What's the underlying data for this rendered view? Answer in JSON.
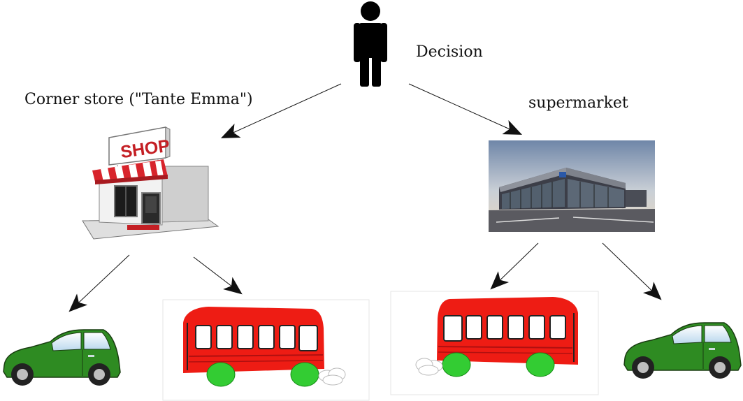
{
  "diagram": {
    "decision_label": "Decision",
    "corner_store_label": "Corner store (\"Tante Emma\")",
    "supermarket_label": "supermarket",
    "shop_sign": "SHOP"
  },
  "colors": {
    "bus_red": "#ee1c14",
    "car_green": "#2e8b22",
    "wheel_green": "#33cc33",
    "awning_red": "#d8242c",
    "arrow": "#111111"
  },
  "icons": [
    "person-icon",
    "corner-store-icon",
    "supermarket-photo",
    "car-icon",
    "bus-icon"
  ]
}
